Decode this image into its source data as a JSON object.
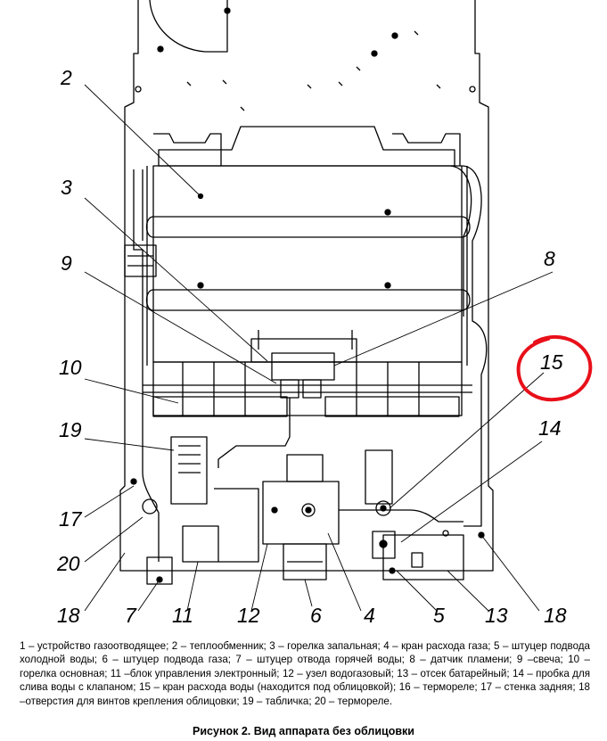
{
  "diagram": {
    "callouts": [
      {
        "id": "2",
        "text": "2"
      },
      {
        "id": "3",
        "text": "3"
      },
      {
        "id": "9",
        "text": "9"
      },
      {
        "id": "10",
        "text": "10"
      },
      {
        "id": "19",
        "text": "19"
      },
      {
        "id": "17",
        "text": "17"
      },
      {
        "id": "20",
        "text": "20"
      },
      {
        "id": "18a",
        "text": "18"
      },
      {
        "id": "7",
        "text": "7"
      },
      {
        "id": "11",
        "text": "11"
      },
      {
        "id": "12",
        "text": "12"
      },
      {
        "id": "6",
        "text": "6"
      },
      {
        "id": "4",
        "text": "4"
      },
      {
        "id": "5",
        "text": "5"
      },
      {
        "id": "13",
        "text": "13"
      },
      {
        "id": "18b",
        "text": "18"
      },
      {
        "id": "14",
        "text": "14"
      },
      {
        "id": "15",
        "text": "15"
      },
      {
        "id": "8",
        "text": "8"
      }
    ],
    "highlight_color": "#e8101a"
  },
  "legend": "1 – устройство газоотводящее; 2 – теплообменник; 3 – горелка запальная; 4 – кран расхода газа; 5 – штуцер подвода холодной воды; 6 – штуцер подвода газа; 7 – штуцер отвода горячей воды; 8 – датчик пламени; 9 –свеча; 10 – горелка основная; 11 –блок управления электронный; 12 – узел водогазовый; 13 – отсек батарейный; 14 – пробка для слива воды с клапаном; 15 – кран расхода воды (находится под облицовкой); 16 – термореле; 17 – стенка задняя; 18 –отверстия для винтов крепления облицовки; 19 – табличка; 20 – термореле.",
  "caption": "Рисунок 2. Вид аппарата без облицовки"
}
